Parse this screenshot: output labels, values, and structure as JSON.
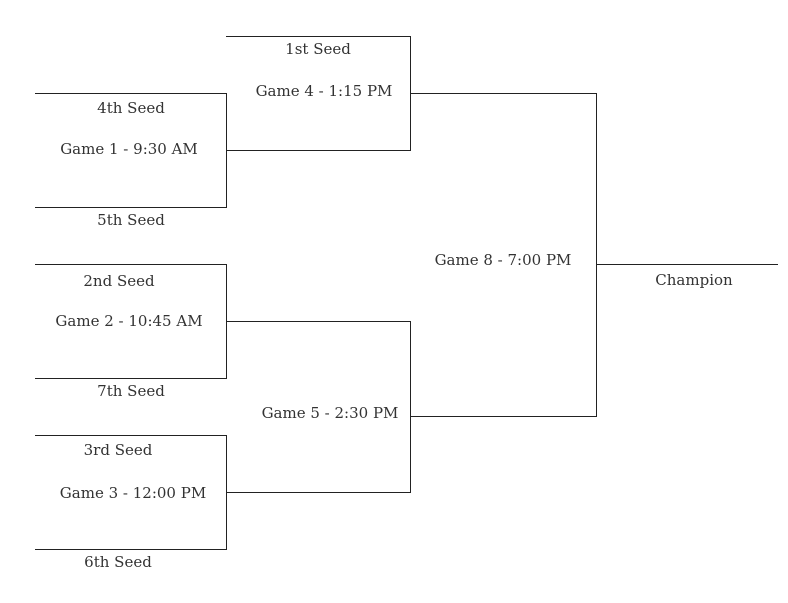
{
  "bracket": {
    "seeds": {
      "seed1": "1st Seed",
      "seed4": "4th Seed",
      "seed5": "5th Seed",
      "seed2": "2nd Seed",
      "seed7": "7th Seed",
      "seed3": "3rd Seed",
      "seed6": "6th Seed"
    },
    "games": {
      "game1": "Game 1 - 9:30 AM",
      "game2": "Game 2 - 10:45 AM",
      "game3": "Game 3 - 12:00 PM",
      "game4": "Game 4 - 1:15 PM",
      "game5": "Game 5 - 2:30 PM",
      "game8": "Game 8 - 7:00 PM"
    },
    "champion": "Champion"
  }
}
